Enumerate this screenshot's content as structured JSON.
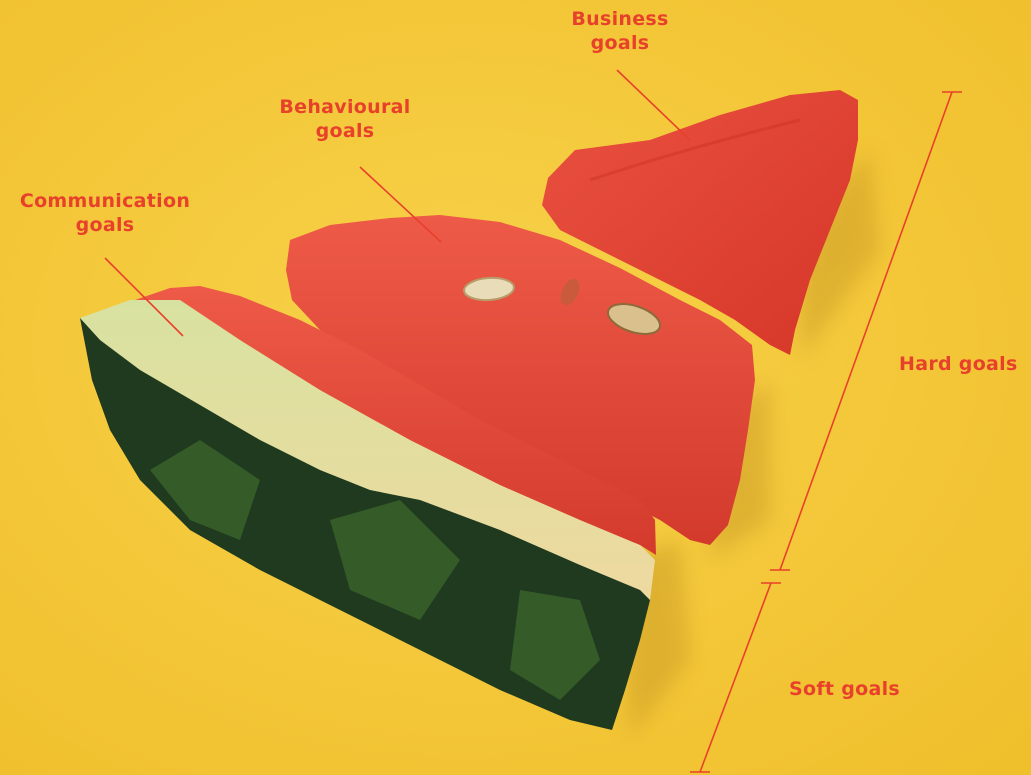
{
  "labels": {
    "business": [
      "Business",
      "goals"
    ],
    "behavioural": [
      "Behavioural",
      "goals"
    ],
    "communication": [
      "Communication",
      "goals"
    ],
    "hard": "Hard goals",
    "soft": "Soft goals"
  },
  "colors": {
    "background": "#f6cc3c",
    "annotation": "#e8412b",
    "flesh": "#e2473a",
    "rind_light": "#dfe6a6",
    "skin_dark": "#1f3a1f"
  }
}
